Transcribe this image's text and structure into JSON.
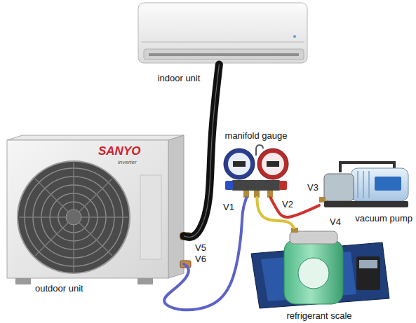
{
  "diagram": {
    "nodes": [
      {
        "text": [
          "indoor unit"
        ]
      },
      {
        "text": [
          "manifold gauge"
        ]
      },
      {
        "text": [
          "vacuum pump"
        ]
      },
      {
        "text": [
          "outdoor unit"
        ]
      },
      {
        "text": [
          "refrigerant scale"
        ]
      }
    ],
    "edges": [
      {
        "from": 0,
        "to": 3,
        "arrow": "none"
      },
      {
        "from": 3,
        "to": 1,
        "arrow": "none"
      },
      {
        "from": 1,
        "to": 2,
        "arrow": "none"
      },
      {
        "from": 1,
        "to": 4,
        "arrow": "none"
      }
    ],
    "labels": [
      "V1",
      "V2",
      "V3",
      "V4",
      "V5",
      "V6",
      "SANYO",
      "inverter"
    ]
  }
}
